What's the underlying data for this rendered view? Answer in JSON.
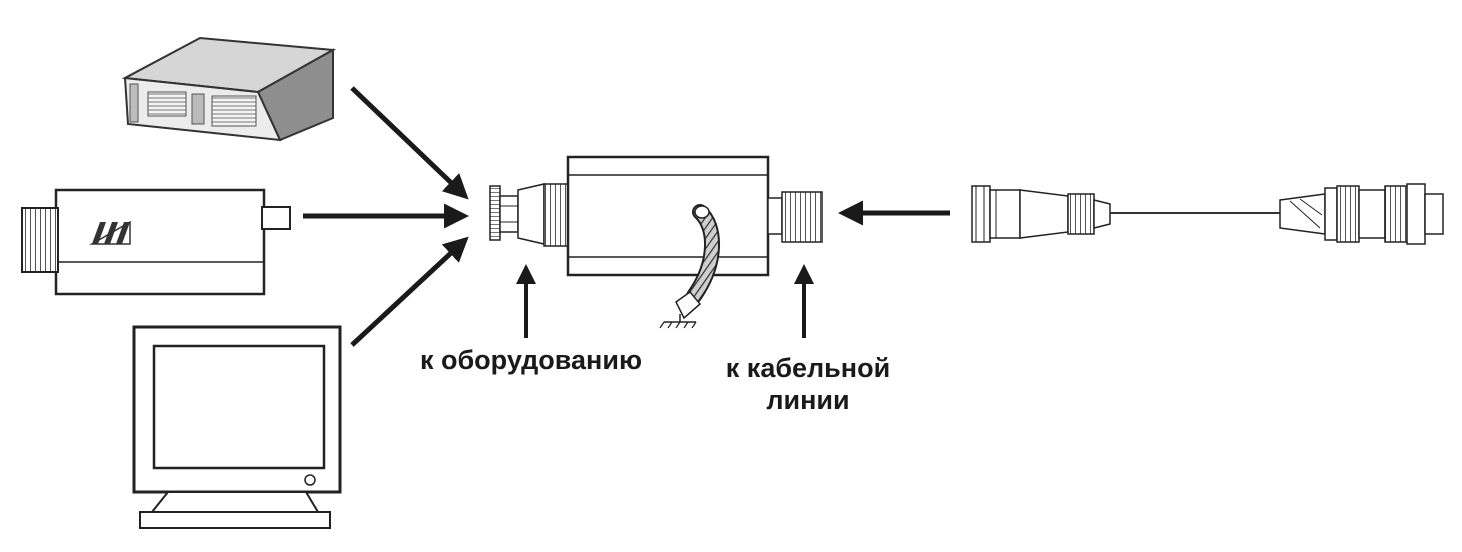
{
  "labels": {
    "to_equipment": "к оборудованию",
    "to_cable_line_1": "к кабельной",
    "to_cable_line_2": "линии"
  },
  "colors": {
    "stroke": "#222222",
    "arrow": "#1a1a1a",
    "body_fill": "#ffffff",
    "server_top": "#d9d9d9",
    "server_front": "#e8e8e8",
    "server_side": "#9a9a9a",
    "hatch": "#555555",
    "thread": "#666666"
  },
  "icons": {
    "server": "server-icon",
    "camera": "camera-icon",
    "monitor": "monitor-icon",
    "protector": "surge-protector-icon",
    "cable": "bnc-cable-icon",
    "ground": "ground-icon"
  }
}
